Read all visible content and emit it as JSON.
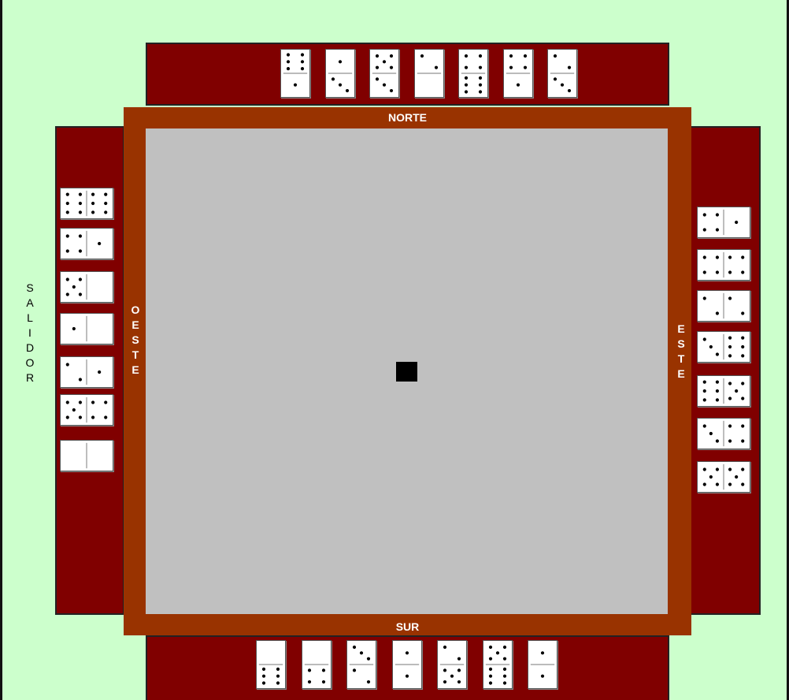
{
  "board": {
    "labels": {
      "north": "NORTE",
      "south": "SUR",
      "west": "OESTE",
      "east": "ESTE",
      "starter": "SALIDOR"
    },
    "colors": {
      "background": "#ccffcc",
      "rack": "#800000",
      "board_border": "#993300",
      "board": "#c0c0c0",
      "tile": "#ffffff",
      "pip": "#000000"
    }
  },
  "hands": {
    "north": [
      [
        6,
        1
      ],
      [
        1,
        3
      ],
      [
        5,
        3
      ],
      [
        2,
        0
      ],
      [
        4,
        6
      ],
      [
        4,
        1
      ],
      [
        2,
        3
      ]
    ],
    "south": [
      [
        0,
        6
      ],
      [
        0,
        4
      ],
      [
        3,
        2
      ],
      [
        1,
        1
      ],
      [
        2,
        5
      ],
      [
        5,
        6
      ],
      [
        1,
        1
      ]
    ],
    "west": [
      [
        6,
        6
      ],
      [
        4,
        1
      ],
      [
        5,
        0
      ],
      [
        1,
        0
      ],
      [
        2,
        1
      ],
      [
        5,
        4
      ],
      [
        0,
        0
      ]
    ],
    "east": [
      [
        4,
        1
      ],
      [
        4,
        4
      ],
      [
        2,
        2
      ],
      [
        3,
        6
      ],
      [
        6,
        5
      ],
      [
        3,
        4
      ],
      [
        5,
        5
      ]
    ]
  }
}
